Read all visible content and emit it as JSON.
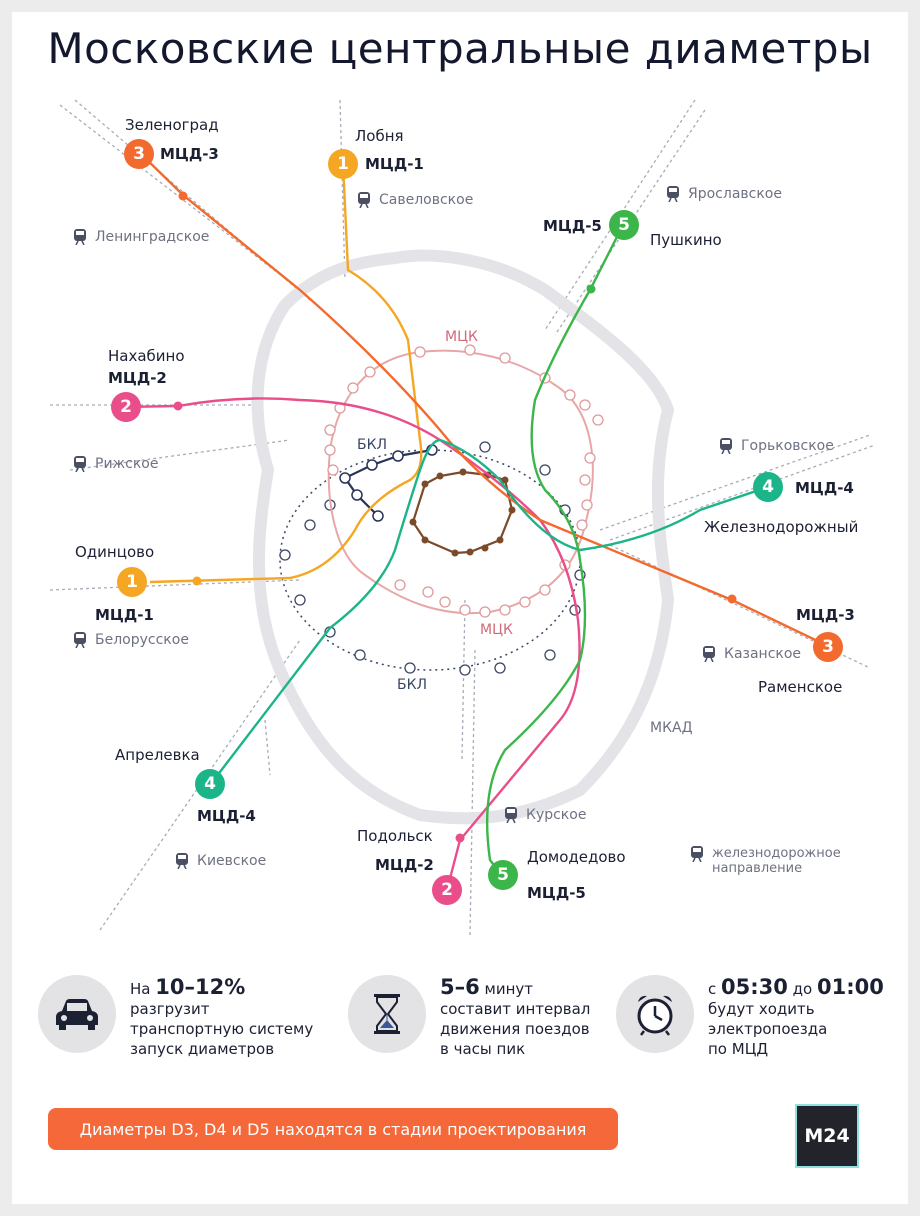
{
  "title": "Московские центральные диаметры",
  "colors": {
    "mcd1": "#f5a623",
    "mcd2": "#e94e8a",
    "mcd3": "#f26a2e",
    "mcd4": "#1cb489",
    "mcd5": "#3cb54a",
    "mck": "#e8a7a7",
    "bkl": "#3a4666",
    "center": "#7a4a2a",
    "banner": "#f5683a",
    "mkad": "#e4e4e8"
  },
  "lines": {
    "mcd1": {
      "number": "1",
      "name": "МЦД-1",
      "end_a": "Лобня",
      "end_b": "Одинцово"
    },
    "mcd2": {
      "number": "2",
      "name": "МЦД-2",
      "end_a": "Нахабино",
      "end_b": "Подольск"
    },
    "mcd3": {
      "number": "3",
      "name": "МЦД-3",
      "end_a": "Зеленоград",
      "end_b": "Раменское"
    },
    "mcd4": {
      "number": "4",
      "name": "МЦД-4",
      "end_a": "Апрелевка",
      "end_b": "Железнодорожный"
    },
    "mcd5": {
      "number": "5",
      "name": "МЦД-5",
      "end_a": "Пушкино",
      "end_b": "Домодедово"
    }
  },
  "rings": {
    "mck": "МЦК",
    "bkl": "БКЛ",
    "mkad": "МКАД"
  },
  "directions": [
    "Савеловское",
    "Ярославское",
    "Ленинградское",
    "Рижское",
    "Горьковское",
    "Белорусское",
    "Казанское",
    "Курское",
    "Киевское"
  ],
  "legend": {
    "line1": "железнодорожное",
    "line2": "направление"
  },
  "facts": [
    {
      "icon": "car-icon",
      "prefix": "На",
      "value": "10–12%",
      "suffix": "",
      "text1": "разгрузит",
      "text2": "транспортную систему",
      "text3": "запуск диаметров"
    },
    {
      "icon": "hourglass-icon",
      "prefix": "",
      "value": "5–6",
      "suffix": "минут",
      "text1": "составит интервал",
      "text2": "движения поездов",
      "text3": "в часы пик"
    },
    {
      "icon": "alarm-clock-icon",
      "prefix": "с",
      "value": "05:30",
      "mid": "до",
      "value2": "01:00",
      "text1": "будут ходить",
      "text2": "электропоезда",
      "text3": "по МЦД"
    }
  ],
  "banner": "Диаметры D3, D4 и D5 находятся в стадии проектирования",
  "logo": "M24"
}
